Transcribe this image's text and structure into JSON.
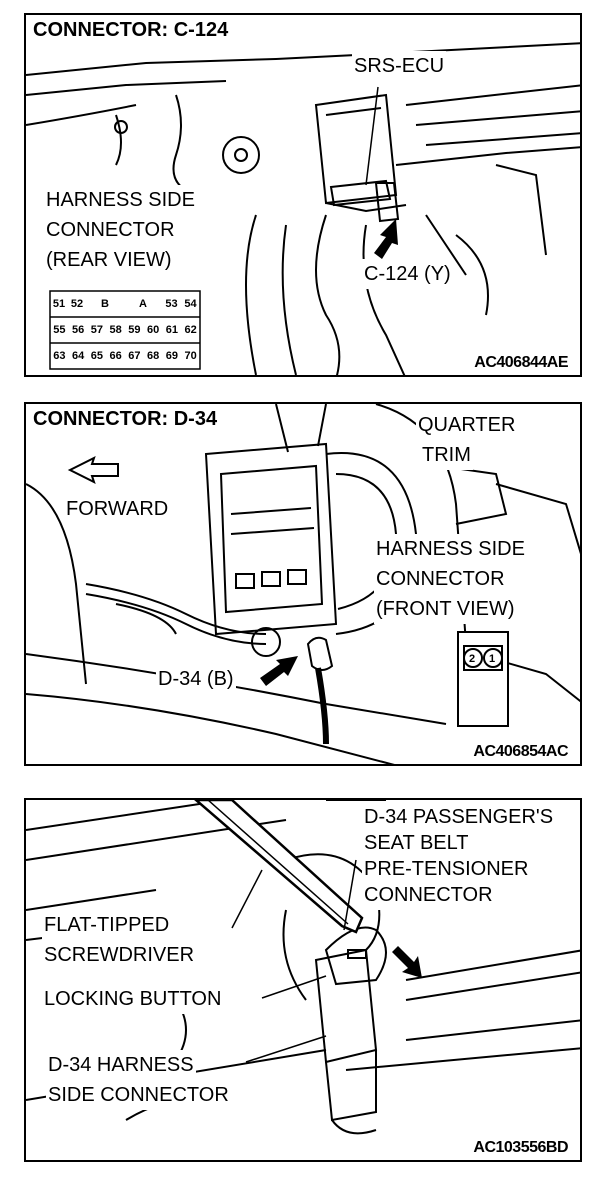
{
  "panels": [
    {
      "title": "CONNECTOR: C-124",
      "labels": {
        "srs_ecu": "SRS-ECU",
        "harness_l1": "HARNESS SIDE",
        "harness_l2": "CONNECTOR",
        "harness_l3": "(REAR VIEW)",
        "connector_id": "C-124 (Y)"
      },
      "pins_row1": [
        "51",
        "52",
        "B",
        "A",
        "53",
        "54"
      ],
      "pins_row2": [
        "55",
        "56",
        "57",
        "58",
        "59",
        "60",
        "61",
        "62"
      ],
      "pins_row3": [
        "63",
        "64",
        "65",
        "66",
        "67",
        "68",
        "69",
        "70"
      ],
      "code": "AC406844AE"
    },
    {
      "title": "CONNECTOR: D-34",
      "labels": {
        "quarter_l1": "QUARTER",
        "quarter_l2": "TRIM",
        "forward": "FORWARD",
        "harness_l1": "HARNESS SIDE",
        "harness_l2": "CONNECTOR",
        "harness_l3": "(FRONT VIEW)",
        "connector_id": "D-34 (B)"
      },
      "pins": [
        "2",
        "1"
      ],
      "code": "AC406854AC"
    },
    {
      "labels": {
        "pt_l1": "D-34 PASSENGER'S",
        "pt_l2": "SEAT BELT",
        "pt_l3": "PRE-TENSIONER",
        "pt_l4": "CONNECTOR",
        "sd_l1": "FLAT-TIPPED",
        "sd_l2": "SCREWDRIVER",
        "locking": "LOCKING BUTTON",
        "hs_l1": "D-34 HARNESS",
        "hs_l2": "SIDE CONNECTOR"
      },
      "code": "AC103556BD"
    }
  ]
}
